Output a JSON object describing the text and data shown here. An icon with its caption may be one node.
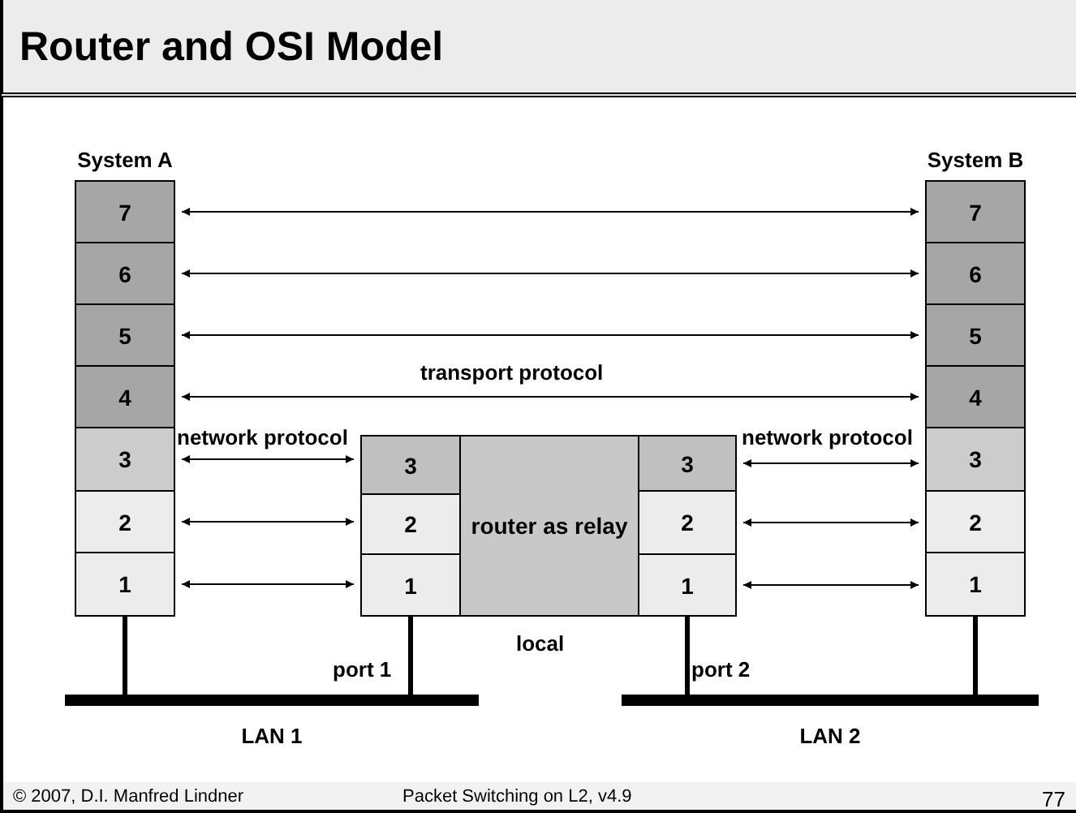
{
  "diagram": {
    "title": "Router and OSI Model",
    "nodes": [
      {
        "text": [
          "System A"
        ]
      },
      {
        "text": [
          "7"
        ],
        "in": 0
      },
      {
        "text": [
          "6"
        ],
        "in": 0
      },
      {
        "text": [
          "5"
        ],
        "in": 0
      },
      {
        "text": [
          "4"
        ],
        "in": 0
      },
      {
        "text": [
          "3"
        ],
        "in": 0
      },
      {
        "text": [
          "2"
        ],
        "in": 0
      },
      {
        "text": [
          "1"
        ],
        "in": 0
      },
      {
        "text": [
          "System B"
        ]
      },
      {
        "text": [
          "7"
        ],
        "in": 8
      },
      {
        "text": [
          "6"
        ],
        "in": 8
      },
      {
        "text": [
          "5"
        ],
        "in": 8
      },
      {
        "text": [
          "4"
        ],
        "in": 8
      },
      {
        "text": [
          "3"
        ],
        "in": 8
      },
      {
        "text": [
          "2"
        ],
        "in": 8
      },
      {
        "text": [
          "1"
        ],
        "in": 8
      },
      {
        "text": [
          "3"
        ]
      },
      {
        "text": [
          "2"
        ]
      },
      {
        "text": [
          "1"
        ]
      },
      {
        "text": [
          "router as relay"
        ]
      },
      {
        "text": [
          "3"
        ]
      },
      {
        "text": [
          "2"
        ]
      },
      {
        "text": [
          "1"
        ]
      },
      {
        "text": [
          "LAN 1"
        ]
      },
      {
        "text": [
          "LAN 2"
        ]
      }
    ],
    "edges": [
      {
        "from": 1,
        "to": 9,
        "arrow": "both"
      },
      {
        "from": 2,
        "to": 10,
        "arrow": "both"
      },
      {
        "from": 3,
        "to": 11,
        "arrow": "both"
      },
      {
        "from": 4,
        "to": 12,
        "arrow": "both",
        "label": "transport protocol"
      },
      {
        "from": 5,
        "to": 16,
        "arrow": "both",
        "label": "network protocol"
      },
      {
        "from": 6,
        "to": 17,
        "arrow": "both"
      },
      {
        "from": 7,
        "to": 18,
        "arrow": "both"
      },
      {
        "from": 20,
        "to": 13,
        "arrow": "both",
        "label": "network protocol"
      },
      {
        "from": 21,
        "to": 14,
        "arrow": "both"
      },
      {
        "from": 22,
        "to": 15,
        "arrow": "both"
      },
      {
        "from": 7,
        "to": 23,
        "arrow": "none",
        "style": "thick"
      },
      {
        "from": 18,
        "to": 23,
        "arrow": "none",
        "style": "thick",
        "label": "port 1"
      },
      {
        "from": 22,
        "to": 24,
        "arrow": "none",
        "style": "thick",
        "label": "port 2"
      },
      {
        "from": 15,
        "to": 24,
        "arrow": "none",
        "style": "thick"
      }
    ],
    "labels": [
      "local",
      "© 2007, D.I. Manfred Lindner",
      "Packet Switching on L2, v4.9",
      "77"
    ]
  }
}
